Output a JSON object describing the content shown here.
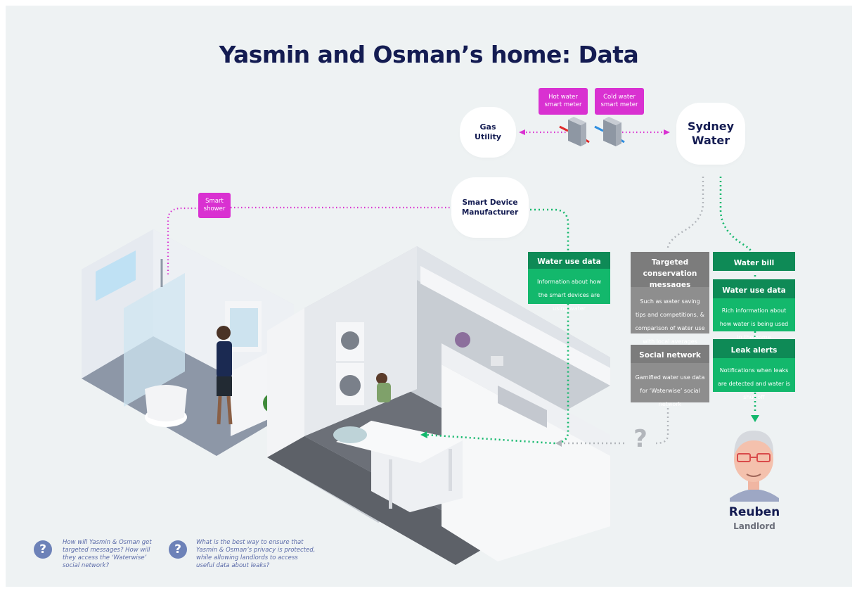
{
  "title": "Yasmin and Osman’s home: Data",
  "clouds": {
    "gas_utility": "Gas\nUtility",
    "sydney_water": "Sydney\nWater",
    "smart_device_manufacturer": "Smart Device\nManufacturer"
  },
  "tags": {
    "hot_meter": "Hot water\nsmart meter",
    "cold_meter": "Cold water\nsmart meter",
    "smart_shower": "Smart\nshower"
  },
  "manufacturer_data": {
    "heading": "Water use data",
    "body": "Information about how the smart devices are using water"
  },
  "targeted": {
    "heading": "Targeted conservation messages",
    "body": "Such as water saving tips and competitions, & comparison of water use with local averages"
  },
  "social": {
    "heading": "Social network",
    "body": "Gamified water use data for ‘Waterwise’ social network"
  },
  "water_bill": {
    "heading": "Water bill"
  },
  "water_use": {
    "heading": "Water use data",
    "body": "Rich information about how water is being used in the home"
  },
  "leak": {
    "heading": "Leak alerts",
    "body": "Notifications when leaks are detected and water is shut off"
  },
  "landlord": {
    "name": "Reuben",
    "role": "Landlord"
  },
  "questions": [
    {
      "mark": "?",
      "text": "How will Yasmin & Osman get targeted messages? How will they access the ‘Waterwise’ social network?"
    },
    {
      "mark": "?",
      "text": "What is the best way to ensure that Yasmin & Osman’s privacy is protected, while allowing landlords to access useful data about leaks?"
    }
  ],
  "flow_question_mark": "?",
  "colors": {
    "title": "#141c52",
    "magenta": "#d931d1",
    "green_dark": "#0e8a56",
    "green_light": "#13b86c",
    "gray": "#8e8e8e",
    "question": "#6d82b8"
  },
  "icons": [
    "hot-water-meter-icon",
    "cold-water-meter-icon",
    "apartment-illustration",
    "landlord-avatar"
  ]
}
